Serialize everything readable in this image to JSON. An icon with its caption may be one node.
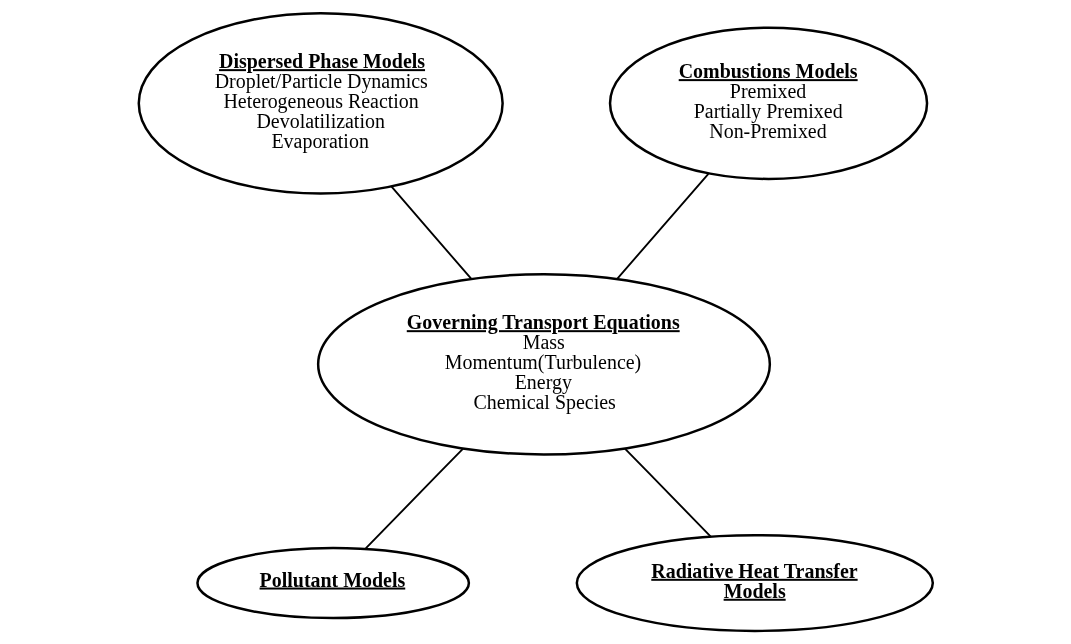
{
  "diagram": {
    "nodes": [
      {
        "text": [
          "Governing Transport Equations",
          "Mass",
          "Momentum(Turbulence)",
          "Energy",
          "Chemical Species"
        ]
      },
      {
        "text": [
          "Dispersed Phase Models",
          "Droplet/Particle Dynamics",
          "Heterogeneous Reaction",
          "Devolatilization",
          "Evaporation"
        ]
      },
      {
        "text": [
          "Combustions Models",
          "Premixed",
          "Partially Premixed",
          "Non-Premixed"
        ]
      },
      {
        "text": [
          "Pollutant Models"
        ]
      },
      {
        "text": [
          "Radiative Heat Transfer Models"
        ]
      }
    ],
    "edges": [
      {
        "from": 1,
        "to": 0,
        "arrow": "none"
      },
      {
        "from": 2,
        "to": 0,
        "arrow": "none"
      },
      {
        "from": 0,
        "to": 3,
        "arrow": "none"
      },
      {
        "from": 0,
        "to": 4,
        "arrow": "none"
      }
    ]
  }
}
